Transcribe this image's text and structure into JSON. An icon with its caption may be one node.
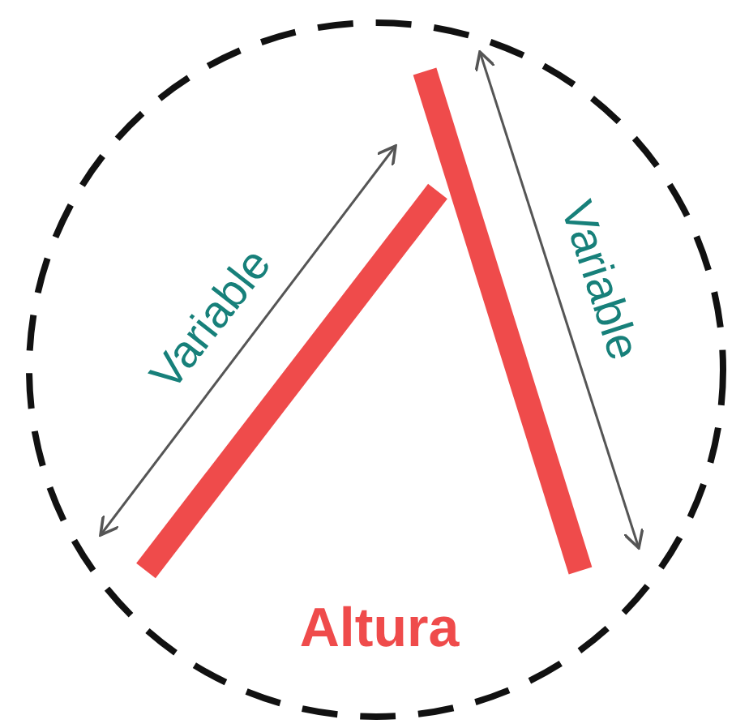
{
  "diagram": {
    "labels": [
      "Variable",
      "Variable",
      "Altura"
    ]
  }
}
